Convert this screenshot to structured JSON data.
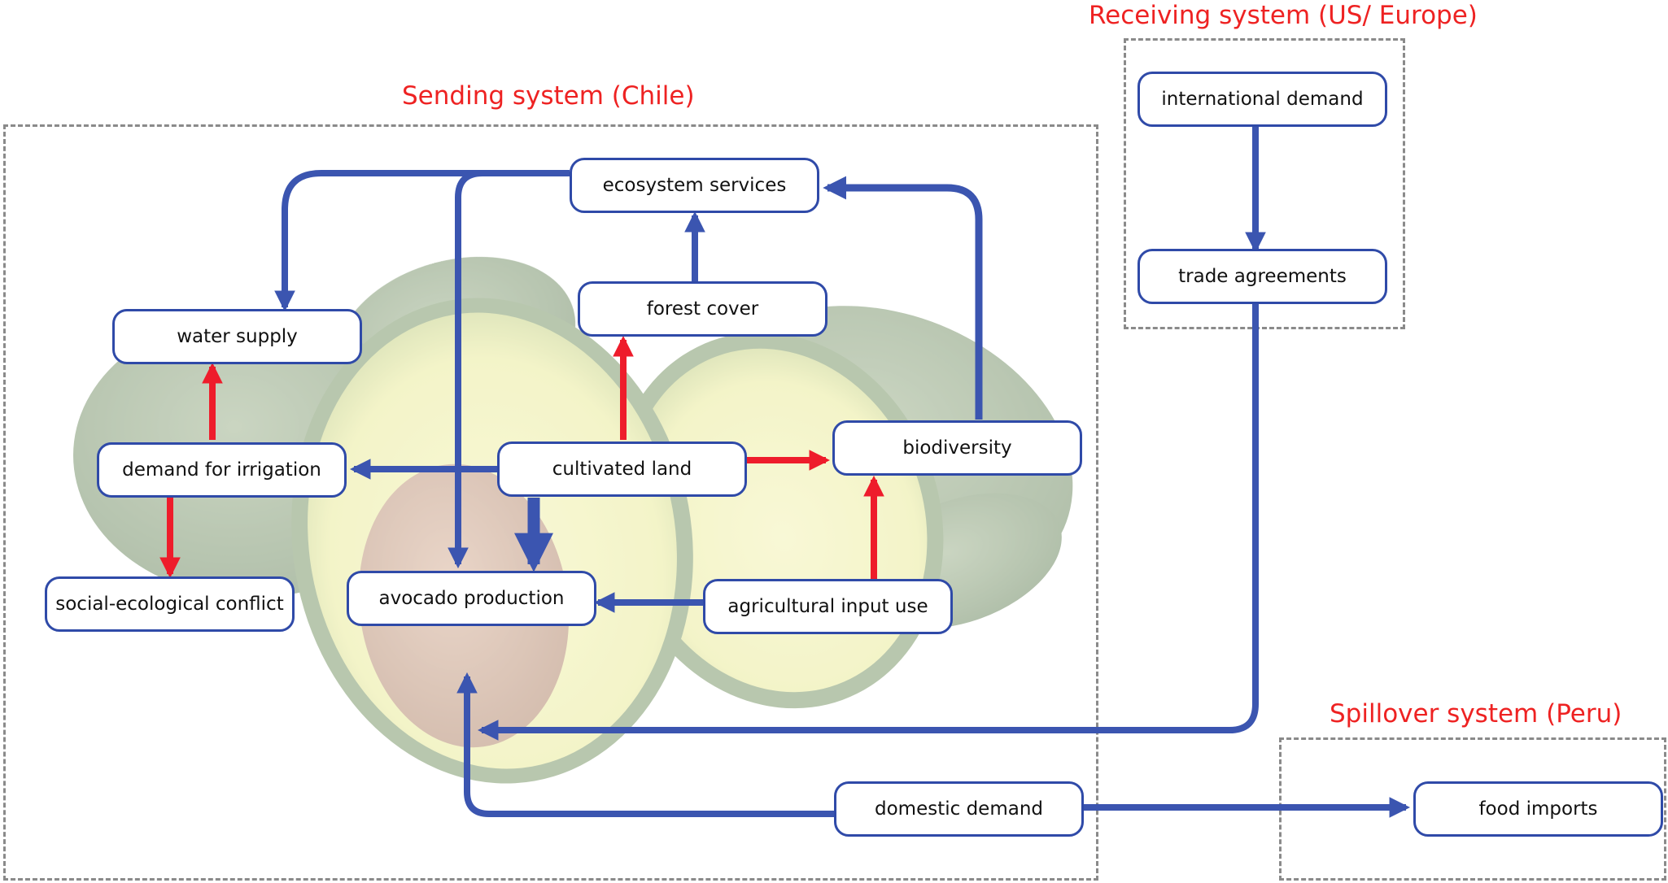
{
  "colors": {
    "positive_link": "#3b55b0",
    "negative_link": "#ee1c2b",
    "node_border": "#2f4aa8",
    "region_title": "#ee2222",
    "region_border": "#8a8a8a"
  },
  "regions": {
    "sending": {
      "title": "Sending system (Chile)"
    },
    "receiving": {
      "title": "Receiving system (US/ Europe)"
    },
    "spillover": {
      "title": "Spillover system (Peru)"
    }
  },
  "nodes": {
    "ecosystem_services": "ecosystem services",
    "forest_cover": "forest cover",
    "water_supply": "water supply",
    "demand_for_irrigation": "demand for irrigation",
    "cultivated_land": "cultivated land",
    "biodiversity": "biodiversity",
    "social_ecological_conflict": "social-ecological conflict",
    "avocado_production": "avocado production",
    "agricultural_input_use": "agricultural input use",
    "international_demand": "international demand",
    "trade_agreements": "trade agreements",
    "domestic_demand": "domestic demand",
    "food_imports": "food imports"
  },
  "links": [
    {
      "from": "ecosystem services",
      "to": "water supply",
      "color": "blue"
    },
    {
      "from": "ecosystem services",
      "to": "avocado production",
      "color": "blue"
    },
    {
      "from": "forest cover",
      "to": "ecosystem services",
      "color": "blue"
    },
    {
      "from": "biodiversity",
      "to": "ecosystem services",
      "color": "blue"
    },
    {
      "from": "cultivated land",
      "to": "forest cover",
      "color": "red"
    },
    {
      "from": "cultivated land",
      "to": "biodiversity",
      "color": "red"
    },
    {
      "from": "cultivated land",
      "to": "demand for irrigation",
      "color": "blue"
    },
    {
      "from": "cultivated land",
      "to": "avocado production",
      "color": "blue"
    },
    {
      "from": "demand for irrigation",
      "to": "water supply",
      "color": "red"
    },
    {
      "from": "demand for irrigation",
      "to": "social-ecological conflict",
      "color": "red"
    },
    {
      "from": "agricultural input use",
      "to": "biodiversity",
      "color": "red"
    },
    {
      "from": "agricultural input use",
      "to": "avocado production",
      "color": "blue"
    },
    {
      "from": "international demand",
      "to": "trade agreements",
      "color": "blue"
    },
    {
      "from": "trade agreements",
      "to": "avocado production",
      "color": "blue"
    },
    {
      "from": "domestic demand",
      "to": "avocado production",
      "color": "blue"
    },
    {
      "from": "domestic demand",
      "to": "food imports",
      "color": "blue"
    }
  ]
}
